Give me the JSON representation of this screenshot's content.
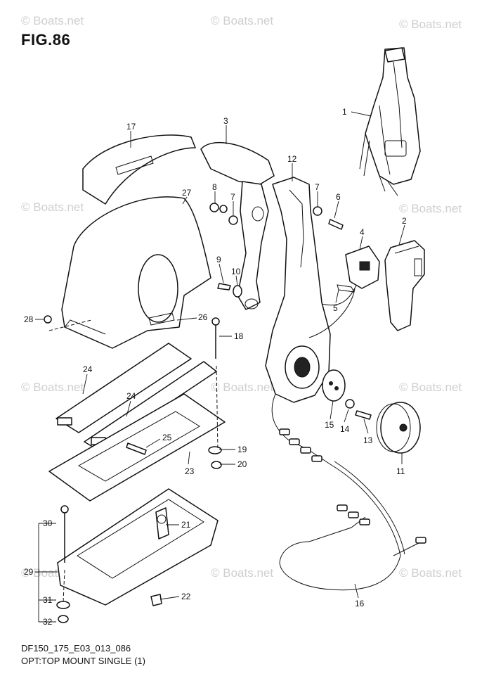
{
  "figure": {
    "title": "FIG.86",
    "drawing_code": "DF150_175_E03_013_086",
    "caption": "OPT:TOP MOUNT SINGLE (1)"
  },
  "watermark": "© Boats.net",
  "callouts": [
    "1",
    "2",
    "3",
    "4",
    "5",
    "6",
    "7",
    "7",
    "8",
    "9",
    "10",
    "11",
    "12",
    "13",
    "14",
    "15",
    "16",
    "17",
    "18",
    "19",
    "20",
    "21",
    "22",
    "23",
    "24",
    "24",
    "25",
    "26",
    "27",
    "28",
    "29",
    "30",
    "31",
    "32"
  ]
}
